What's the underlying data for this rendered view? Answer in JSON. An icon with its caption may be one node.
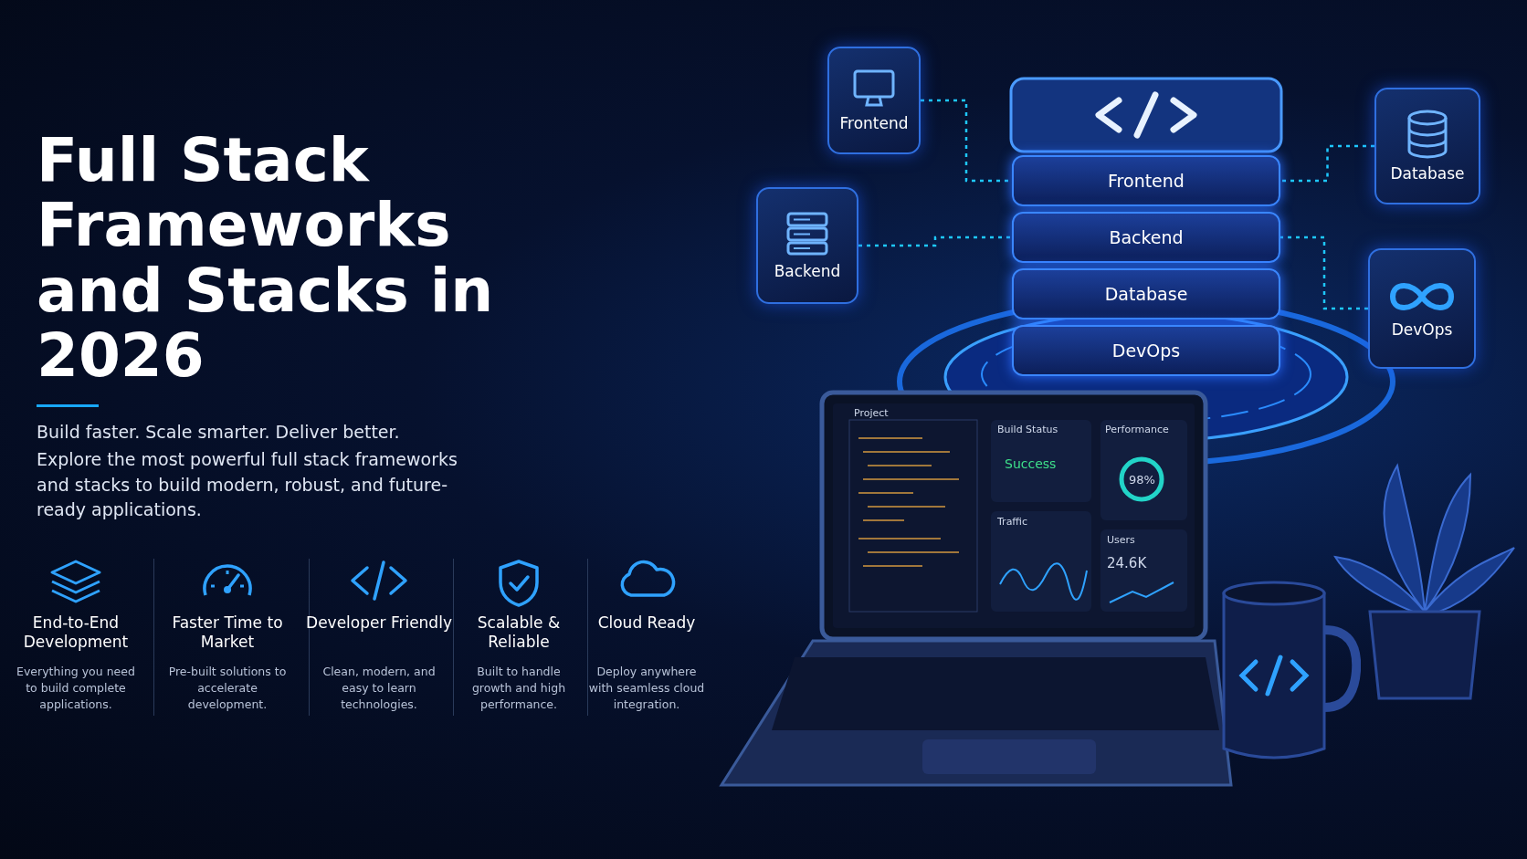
{
  "diagram": {
    "title": "Full Stack Frameworks and Stacks in 2026",
    "nodes": [
      {
        "text": [
          "Frontend"
        ]
      },
      {
        "text": [
          "Frontend"
        ]
      },
      {
        "text": [
          "Database"
        ]
      },
      {
        "text": [
          "Backend"
        ]
      },
      {
        "text": [
          "Backend"
        ]
      },
      {
        "text": [
          "Database"
        ]
      },
      {
        "text": [
          "DevOps"
        ]
      },
      {
        "text": [
          "DevOps"
        ]
      }
    ],
    "edges": [
      {
        "from": 0,
        "to": 1,
        "arrow": "none",
        "style": "dashed"
      },
      {
        "from": 2,
        "to": 1,
        "arrow": "none",
        "style": "dashed"
      },
      {
        "from": 3,
        "to": 4,
        "arrow": "none",
        "style": "dashed"
      },
      {
        "from": 6,
        "to": 4,
        "arrow": "none",
        "style": "dashed"
      }
    ],
    "labels": [
      "Build faster. Scale smarter. Deliver better.",
      "Explore the most powerful full stack frameworks and stacks to build modern, robust, and future-ready applications.",
      "End-to-End Development",
      "Everything you need to build complete applications.",
      "Faster Time to Market",
      "Pre-built solutions to accelerate development.",
      "Developer Friendly",
      "Clean, modern, and easy to learn technologies.",
      "Scalable & Reliable",
      "Built to handle growth and high performance.",
      "Cloud Ready",
      "Deploy anywhere with seamless cloud integration.",
      "Project",
      "Build Status",
      "Success",
      "Performance",
      "98%",
      "Traffic",
      "Users",
      "24.6K"
    ]
  }
}
